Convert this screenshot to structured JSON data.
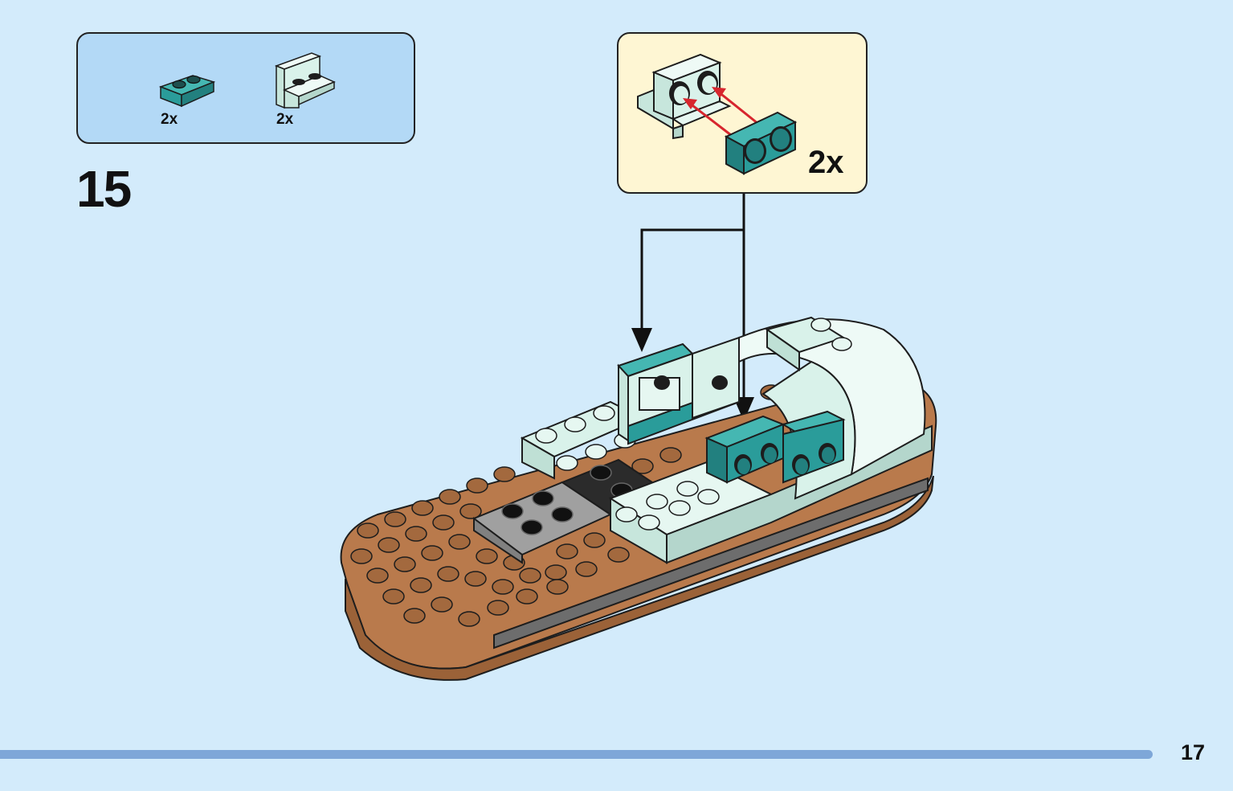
{
  "parts": {
    "items": [
      {
        "name": "teal-plate-1x2",
        "qty": "2x",
        "color": "#2a9c9a"
      },
      {
        "name": "white-bracket-1x2",
        "qty": "2x",
        "color": "#d9f2ea"
      }
    ]
  },
  "step": {
    "number": "15"
  },
  "callout": {
    "qty": "2x"
  },
  "page": {
    "number": "17"
  },
  "colors": {
    "background": "#d3ebfb",
    "parts_box": "#b3d9f6",
    "callout": "#fef6d3",
    "brown": "#b97a4c",
    "teal": "#2a9c9a",
    "mint": "#d9f2ea",
    "footer_bar": "#7ea7d8",
    "arrow_red": "#d7262e"
  }
}
